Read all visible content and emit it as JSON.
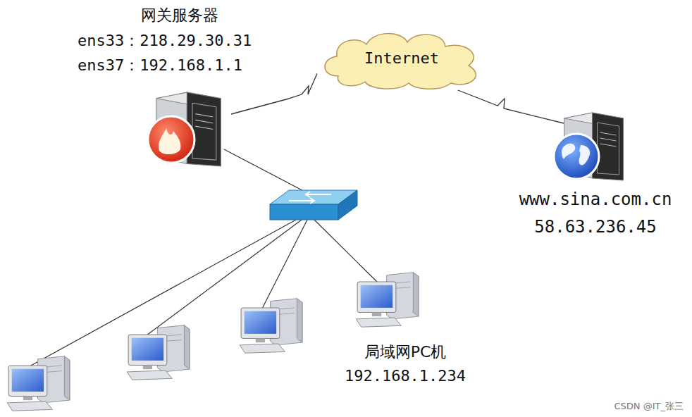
{
  "diagram": {
    "nodes": [
      {
        "text": [
          "网关服务器",
          "ens33：218.29.30.31",
          "ens37：192.168.1.1"
        ]
      },
      {
        "text": [
          "Internet"
        ]
      },
      {
        "text": [
          "www.sina.com.cn",
          "58.63.236.45"
        ]
      },
      {
        "text": [
          "局域网PC机",
          "192.168.1.234"
        ]
      }
    ],
    "edges": [
      {
        "from": 0,
        "to": 1,
        "arrow": "none"
      },
      {
        "from": 1,
        "to": 2,
        "arrow": "none"
      }
    ],
    "labels": [
      "CSDN @IT_张三"
    ]
  }
}
